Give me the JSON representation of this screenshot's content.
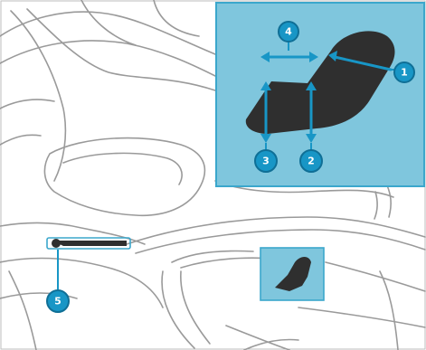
{
  "colors": {
    "background": "#ffffff",
    "line_art": "#9a9a9a",
    "inset_fill": "#7fc6dd",
    "inset_border": "#3ba7cc",
    "callout_fill": "#1896c6",
    "callout_ring": "#0f6f96",
    "arrow": "#1896c6",
    "seat_switch": "#2f2f2f"
  },
  "callouts": [
    {
      "id": "1",
      "label": "1"
    },
    {
      "id": "2",
      "label": "2"
    },
    {
      "id": "3",
      "label": "3"
    },
    {
      "id": "4",
      "label": "4"
    },
    {
      "id": "5",
      "label": "5"
    }
  ],
  "icons": {
    "inset_seat_switch": "seat-adjustment-switch-icon",
    "small_seat_switch": "seat-adjustment-switch-icon",
    "lever": "seat-release-lever-icon"
  }
}
